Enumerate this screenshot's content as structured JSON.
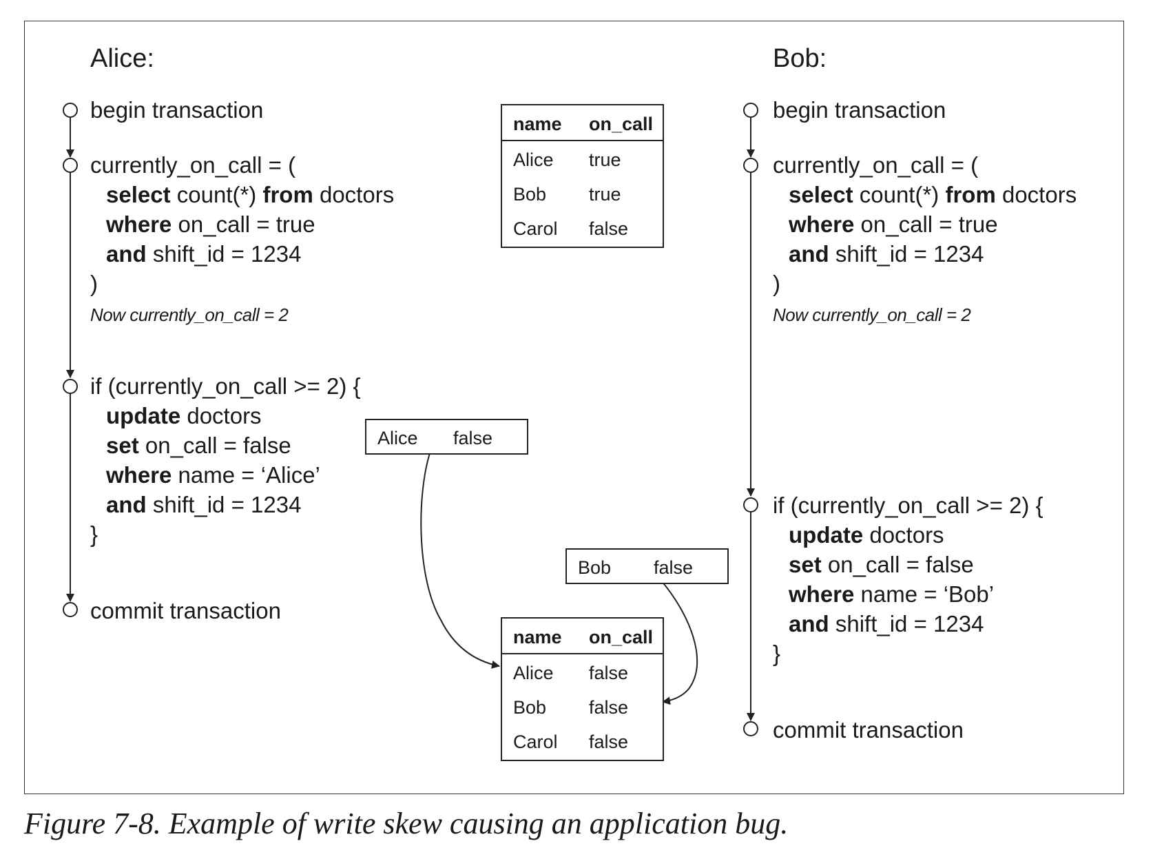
{
  "alice": {
    "heading": "Alice:",
    "begin": "begin transaction",
    "assign": "currently_on_call = (",
    "select_kw": "select",
    "select_rest": " count(*) ",
    "from_kw": "from",
    "from_rest": " doctors",
    "where_kw": "where",
    "where_rest": " on_call = true",
    "and_kw": "and",
    "and_rest": " shift_id = 1234",
    "close_paren": ")",
    "note": "Now currently_on_call = 2",
    "if_line": "if (currently_on_call >= 2) {",
    "update_kw": "update",
    "update_rest": " doctors",
    "set_kw": "set",
    "set_rest": " on_call = false",
    "where2_kw": "where",
    "where2_rest": " name = ‘Alice’",
    "and2_kw": "and",
    "and2_rest": " shift_id = 1234",
    "close_brace": "}",
    "commit": "commit transaction"
  },
  "bob": {
    "heading": "Bob:",
    "begin": "begin transaction",
    "assign": "currently_on_call = (",
    "select_kw": "select",
    "select_rest": " count(*) ",
    "from_kw": "from",
    "from_rest": " doctors",
    "where_kw": "where",
    "where_rest": " on_call = true",
    "and_kw": "and",
    "and_rest": " shift_id = 1234",
    "close_paren": ")",
    "note": "Now currently_on_call = 2",
    "if_line": "if (currently_on_call >= 2) {",
    "update_kw": "update",
    "update_rest": " doctors",
    "set_kw": "set",
    "set_rest": " on_call = false",
    "where2_kw": "where",
    "where2_rest": " name = ‘Bob’",
    "and2_kw": "and",
    "and2_rest": " shift_id = 1234",
    "close_brace": "}",
    "commit": "commit transaction"
  },
  "table_before": {
    "headers": [
      "name",
      "on_call"
    ],
    "rows": [
      [
        "Alice",
        "true"
      ],
      [
        "Bob",
        "true"
      ],
      [
        "Carol",
        "false"
      ]
    ]
  },
  "table_after": {
    "headers": [
      "name",
      "on_call"
    ],
    "rows": [
      [
        "Alice",
        "false"
      ],
      [
        "Bob",
        "false"
      ],
      [
        "Carol",
        "false"
      ]
    ]
  },
  "write_alice": [
    "Alice",
    "false"
  ],
  "write_bob": [
    "Bob",
    "false"
  ],
  "caption": "Figure 7-8. Example of write skew causing an application bug."
}
